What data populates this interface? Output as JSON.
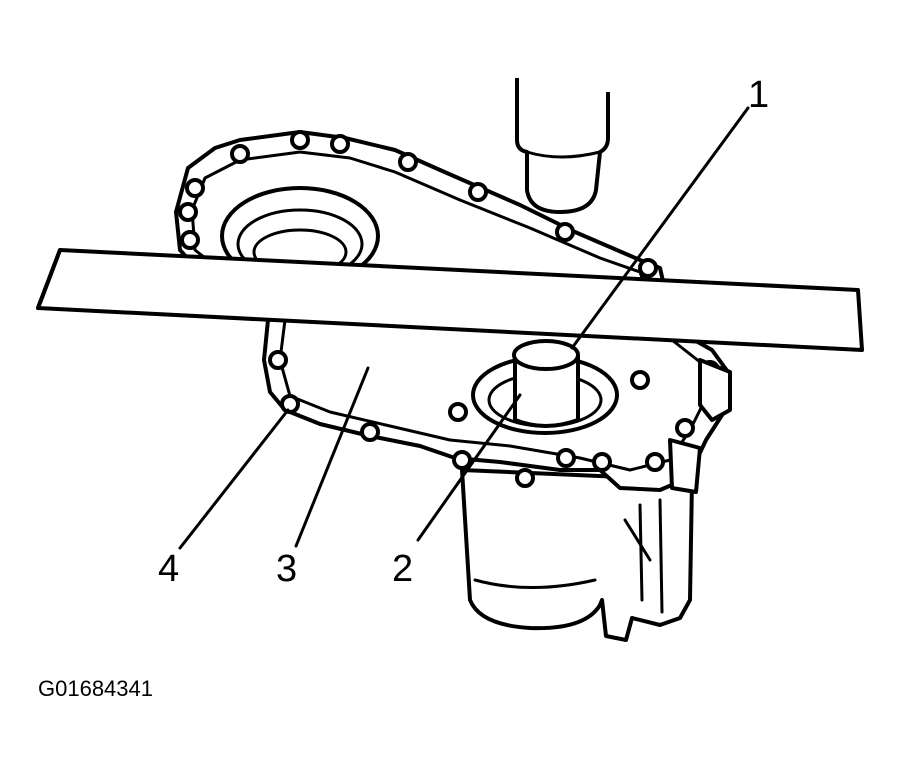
{
  "callouts": {
    "c1": "1",
    "c2": "2",
    "c3": "3",
    "c4": "4"
  },
  "figure_id": "G01684341"
}
